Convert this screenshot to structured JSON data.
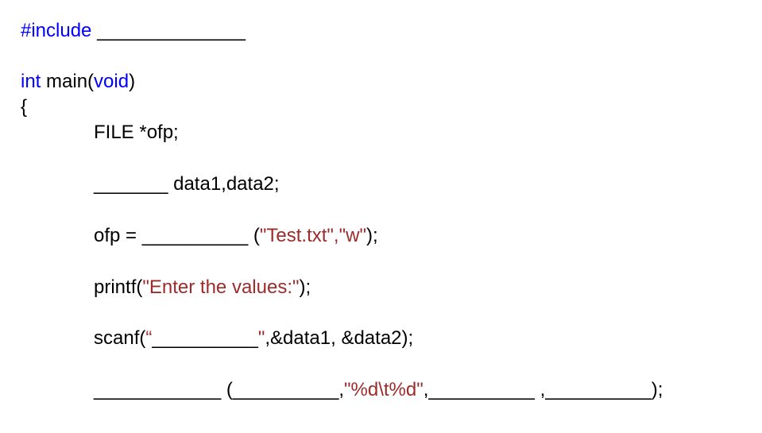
{
  "slide": {
    "title": "C file I/O fill-in-the-blanks code exercise",
    "background_color": "#ffffff",
    "colors": {
      "keyword": "#0000ff",
      "string": "#9c2b2b",
      "text": "#000000"
    }
  },
  "code": {
    "line_include": {
      "keyword": "#include",
      "space": " ",
      "blank": "______________"
    },
    "line_main": {
      "type_keyword": "int",
      "name": " main(",
      "param_keyword": "void",
      "close": ")"
    },
    "line_open_brace": {
      "text": "{"
    },
    "line_file_decl": {
      "text": "FILE *ofp;"
    },
    "line_data_decl": {
      "blank": "_______",
      "text": " data1,data2;"
    },
    "line_fopen": {
      "lhs": "ofp = ",
      "blank": "__________",
      "open": " (",
      "string_filename": "\"Test.txt\",\"w\"",
      "close": ");"
    },
    "line_printf": {
      "call": "printf(",
      "string_prompt": "\"Enter the values:\"",
      "close": ");"
    },
    "line_scanf": {
      "call": "scanf(",
      "quote_open": "“",
      "blank": "__________",
      "quote_close": "\"",
      "args": ",&data1, &data2);"
    },
    "line_fprintf": {
      "blank_function": "____________",
      "open": " (",
      "blank_stream": "__________",
      "comma1": ",",
      "string_format": "\"%d\\t%d\"",
      "comma2": ",",
      "blank_arg1": "__________",
      "comma3": " ,",
      "blank_arg2": "__________",
      "close": ");"
    }
  }
}
